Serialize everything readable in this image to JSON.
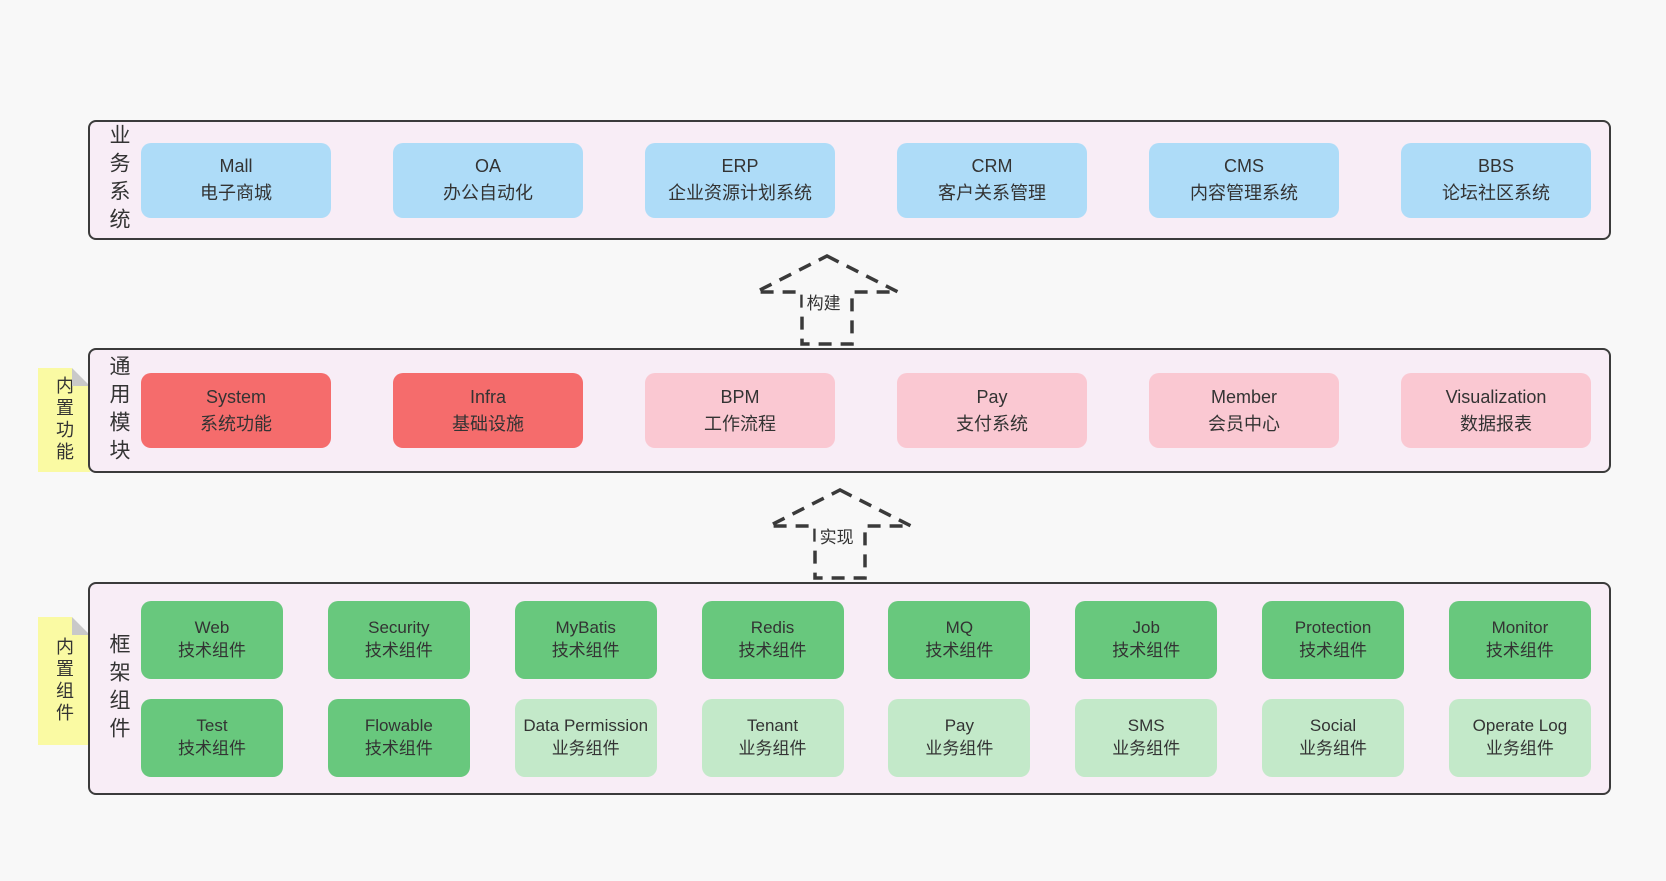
{
  "colors": {
    "page_bg": "#f8f8f8",
    "layer_bg": "#f8edf6",
    "layer_border": "#3b3b3b",
    "blue": "#aedcf8",
    "red": "#f56c6c",
    "pink": "#fac8d2",
    "green": "#68c87d",
    "light_green": "#c3e9c9",
    "note_yellow": "#fafaa3",
    "note_fold_gray": "#c9c9c9",
    "text": "#333333"
  },
  "arrows": [
    {
      "label": "构建"
    },
    {
      "label": "实现"
    }
  ],
  "layers": [
    {
      "label": "业务系统",
      "boxes": [
        {
          "title": "Mall",
          "subtitle": "电子商城"
        },
        {
          "title": "OA",
          "subtitle": "办公自动化"
        },
        {
          "title": "ERP",
          "subtitle": "企业资源计划系统"
        },
        {
          "title": "CRM",
          "subtitle": "客户关系管理"
        },
        {
          "title": "CMS",
          "subtitle": "内容管理系统"
        },
        {
          "title": "BBS",
          "subtitle": "论坛社区系统"
        }
      ]
    },
    {
      "label": "通用模块",
      "note": "内置功能",
      "boxes": [
        {
          "title": "System",
          "subtitle": "系统功能"
        },
        {
          "title": "Infra",
          "subtitle": "基础设施"
        },
        {
          "title": "BPM",
          "subtitle": "工作流程"
        },
        {
          "title": "Pay",
          "subtitle": "支付系统"
        },
        {
          "title": "Member",
          "subtitle": "会员中心"
        },
        {
          "title": "Visualization",
          "subtitle": "数据报表"
        }
      ]
    },
    {
      "label": "框架组件",
      "note": "内置组件",
      "rows": [
        [
          {
            "title": "Web",
            "subtitle": "技术组件"
          },
          {
            "title": "Security",
            "subtitle": "技术组件"
          },
          {
            "title": "MyBatis",
            "subtitle": "技术组件"
          },
          {
            "title": "Redis",
            "subtitle": "技术组件"
          },
          {
            "title": "MQ",
            "subtitle": "技术组件"
          },
          {
            "title": "Job",
            "subtitle": "技术组件"
          },
          {
            "title": "Protection",
            "subtitle": "技术组件"
          },
          {
            "title": "Monitor",
            "subtitle": "技术组件"
          }
        ],
        [
          {
            "title": "Test",
            "subtitle": "技术组件"
          },
          {
            "title": "Flowable",
            "subtitle": "技术组件"
          },
          {
            "title": "Data Permission",
            "subtitle": "业务组件"
          },
          {
            "title": "Tenant",
            "subtitle": "业务组件"
          },
          {
            "title": "Pay",
            "subtitle": "业务组件"
          },
          {
            "title": "SMS",
            "subtitle": "业务组件"
          },
          {
            "title": "Social",
            "subtitle": "业务组件"
          },
          {
            "title": "Operate Log",
            "subtitle": "业务组件"
          }
        ]
      ]
    }
  ]
}
